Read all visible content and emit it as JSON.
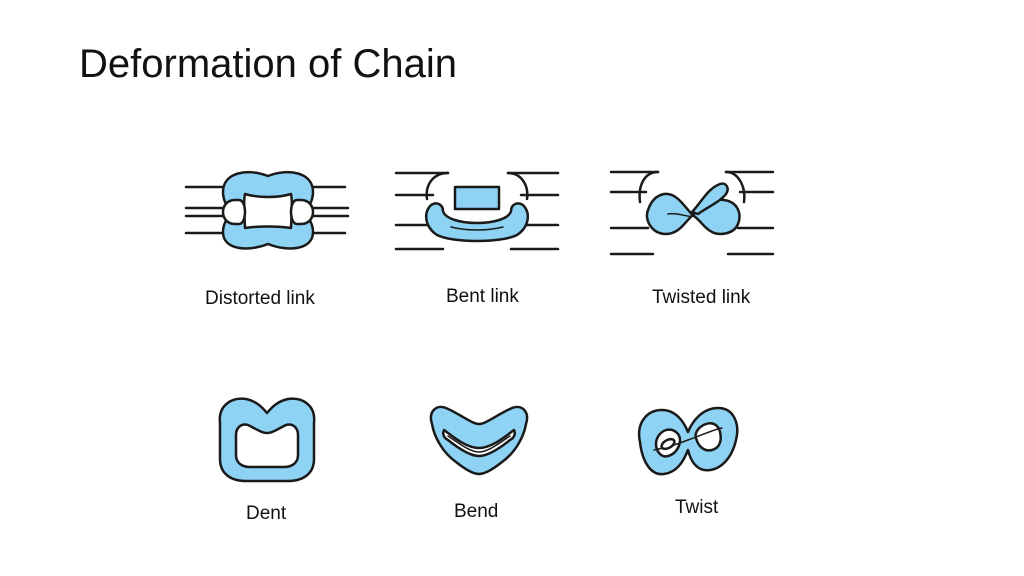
{
  "slide": {
    "title": "Deformation of Chain"
  },
  "colors": {
    "link_fill": "#8fd3f4",
    "outline": "#1a1a1a",
    "background": "#ffffff"
  },
  "figures": {
    "distorted_link": {
      "caption": "Distorted link"
    },
    "bent_link": {
      "caption": "Bent link"
    },
    "twisted_link": {
      "caption": "Twisted link"
    },
    "dent": {
      "caption": "Dent"
    },
    "bend": {
      "caption": "Bend"
    },
    "twist": {
      "caption": "Twist"
    }
  }
}
